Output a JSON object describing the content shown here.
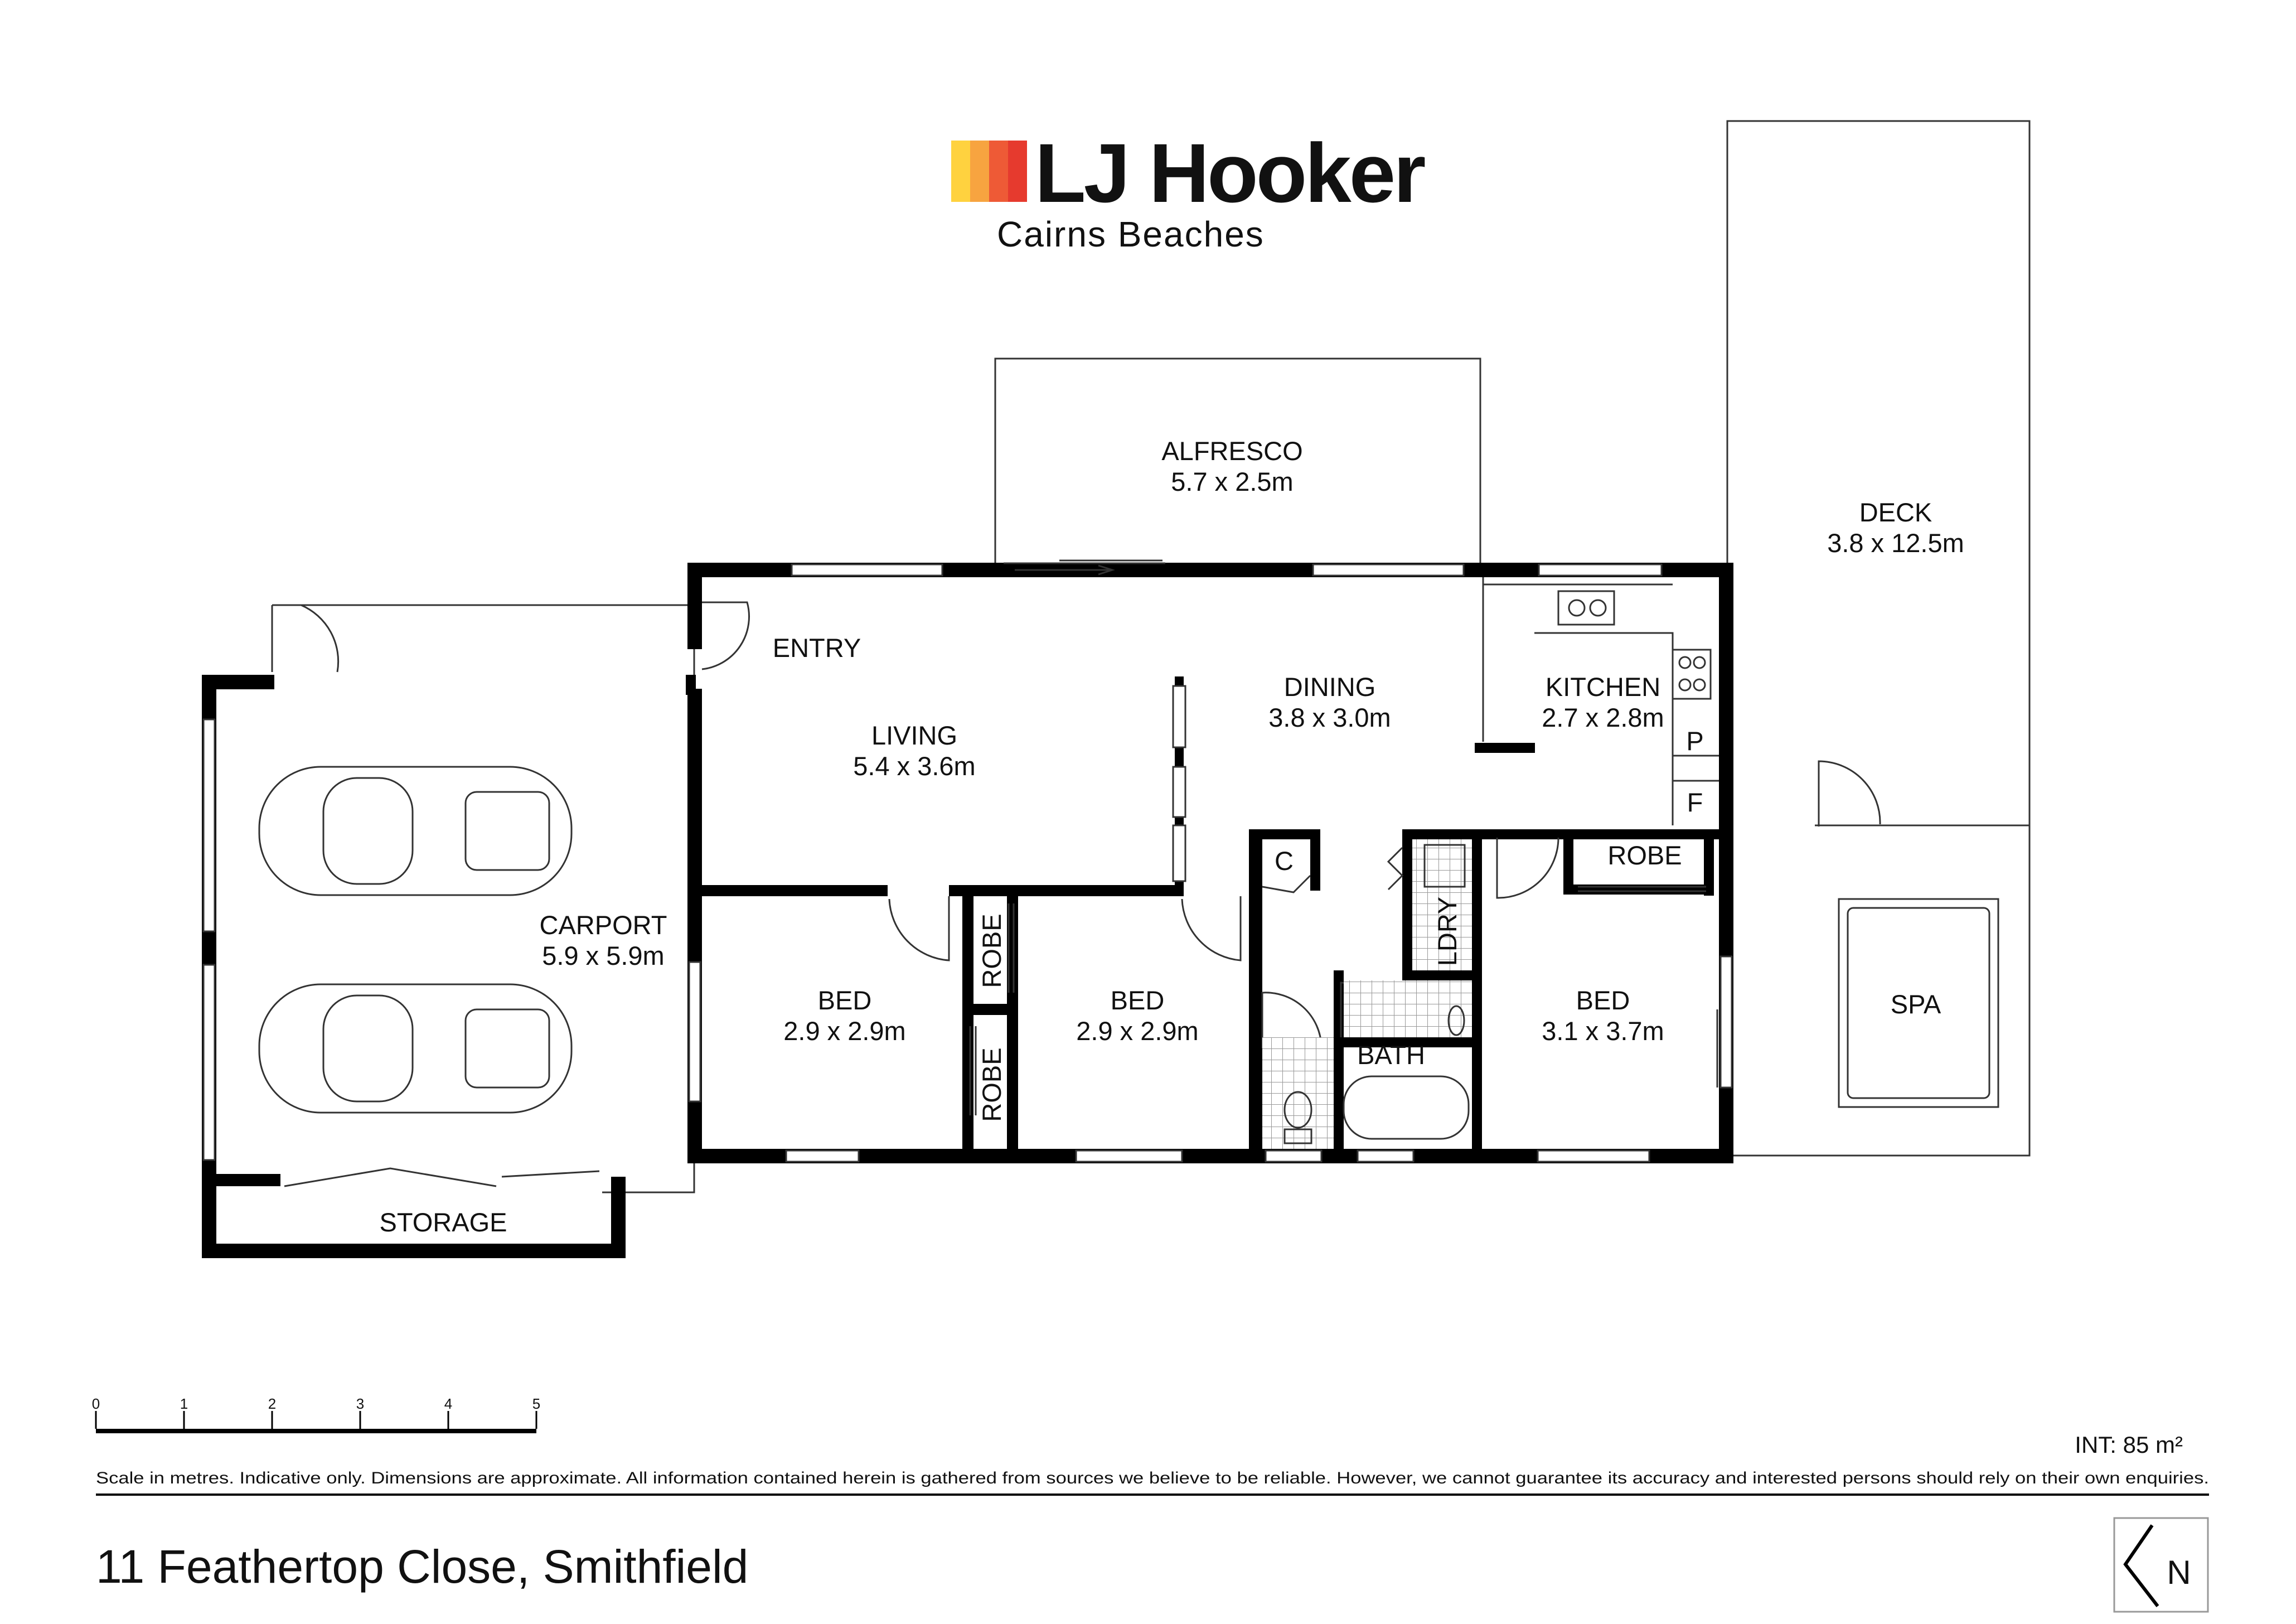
{
  "brand": {
    "name": "LJ Hooker",
    "office": "Cairns Beaches",
    "stripe_colors": [
      "#FFD23F",
      "#F7A440",
      "#EE5A36",
      "#E63A2E"
    ]
  },
  "rooms": {
    "alfresco": {
      "name": "ALFRESCO",
      "size": "5.7 x 2.5m"
    },
    "deck": {
      "name": "DECK",
      "size": "3.8 x 12.5m"
    },
    "entry": {
      "name": "ENTRY"
    },
    "living": {
      "name": "LIVING",
      "size": "5.4 x 3.6m"
    },
    "dining": {
      "name": "DINING",
      "size": "3.8 x 3.0m"
    },
    "kitchen": {
      "name": "KITCHEN",
      "size": "2.7 x 2.8m"
    },
    "pantry": {
      "name": "P"
    },
    "fridge": {
      "name": "F"
    },
    "carport": {
      "name": "CARPORT",
      "size": "5.9 x 5.9m"
    },
    "bed1": {
      "name": "BED",
      "size": "2.9 x 2.9m"
    },
    "bed2": {
      "name": "BED",
      "size": "2.9 x 2.9m"
    },
    "bed3": {
      "name": "BED",
      "size": "3.1 x 3.7m"
    },
    "robe1": {
      "name": "ROBE"
    },
    "robe2": {
      "name": "ROBE"
    },
    "robe3": {
      "name": "ROBE"
    },
    "cupboard": {
      "name": "C"
    },
    "laundry": {
      "name": "LDRY"
    },
    "bath": {
      "name": "BATH"
    },
    "spa": {
      "name": "SPA"
    },
    "storage": {
      "name": "STORAGE"
    }
  },
  "scale": {
    "ticks": [
      "0",
      "1",
      "2",
      "3",
      "4",
      "5"
    ]
  },
  "footer": {
    "area": "INT: 85 m²",
    "disclaimer": "Scale in metres. Indicative only. Dimensions are approximate. All information contained herein is gathered from sources we believe to be reliable. However, we cannot guarantee its accuracy and interested persons should rely on their own enquiries.",
    "address": "11 Feathertop Close, Smithfield",
    "north_label": "N"
  }
}
